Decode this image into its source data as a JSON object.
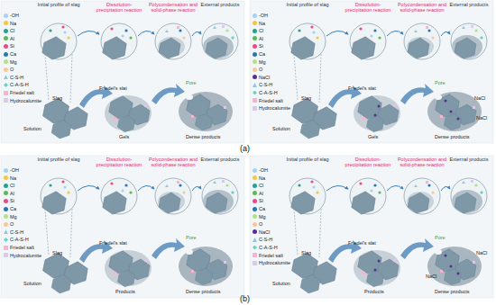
{
  "diagram": {
    "labels": [
      "Initial profile of slag",
      "Dissolution-precipitation reaction",
      "Polycondensation and solid-phase reaction",
      "External products",
      "Slag",
      "Solution",
      "Friedel's slat",
      "Gels",
      "Pore",
      "Dense products",
      "Initial profile of slag",
      "Dissolution-precipitation reaction",
      "Polycondensation and solid-phase reaction",
      "External products",
      "Slag",
      "Solution",
      "Friedel's slat",
      "Gels",
      "Pore",
      "NaCl",
      "NaCl",
      "Dense products",
      "(a)",
      "Initial profile of slag",
      "Dissolution-precipitation reaction",
      "Polycondensation and solid-phase reaction",
      "External products",
      "Slag",
      "Solution",
      "Friedel's slat",
      "Products",
      "Pore",
      "Dense products",
      "Initial profile of slag",
      "Dissolution-precipitation reaction",
      "Polycondensation and solid-phase reaction",
      "External products",
      "Slag",
      "Solution",
      "Friedel's slat",
      "Pore",
      "NaCl",
      "NaCl",
      "Products",
      "Dense products",
      "(b)"
    ],
    "legend": [
      {
        "text": "-OH",
        "color": "#a9d0f0"
      },
      {
        "text": "Na",
        "color": "#f2c744"
      },
      {
        "text": "Cl",
        "color": "#2e9e8f"
      },
      {
        "text": "Al",
        "color": "#5cb85c"
      },
      {
        "text": "Si",
        "color": "#e94b8a"
      },
      {
        "text": "Ca",
        "color": "#2e75b6"
      },
      {
        "text": "Mg",
        "color": "#b5e08a"
      },
      {
        "text": "O",
        "color": "#f6c897"
      },
      {
        "text": "C-S-H",
        "color": "#8ec5e8"
      },
      {
        "text": "C-A-S-H",
        "color": "#6fd0c0"
      },
      {
        "text": "Friedel salt",
        "color": "#f4b6cf"
      },
      {
        "text": "Hydrocalumite",
        "color": "#d8cbe6"
      },
      {
        "text": "-OH",
        "color": "#a9d0f0"
      },
      {
        "text": "Na",
        "color": "#f2c744"
      },
      {
        "text": "Cl",
        "color": "#2e9e8f"
      },
      {
        "text": "Al",
        "color": "#5cb85c"
      },
      {
        "text": "Si",
        "color": "#e94b8a"
      },
      {
        "text": "Ca",
        "color": "#2e75b6"
      },
      {
        "text": "Mg",
        "color": "#b5e08a"
      },
      {
        "text": "O",
        "color": "#f6c897"
      },
      {
        "text": "NaCl",
        "color": "#5b2c8f"
      },
      {
        "text": "C-S-H",
        "color": "#8ec5e8"
      },
      {
        "text": "C-A-S-H",
        "color": "#6fd0c0"
      },
      {
        "text": "Friedel salt",
        "color": "#f4b6cf"
      },
      {
        "text": "Hydrocalumite",
        "color": "#d8cbe6"
      },
      {
        "text": "-OH",
        "color": "#a9d0f0"
      },
      {
        "text": "Na",
        "color": "#f2c744"
      },
      {
        "text": "Cl",
        "color": "#2e9e8f"
      },
      {
        "text": "Al",
        "color": "#5cb85c"
      },
      {
        "text": "Si",
        "color": "#e94b8a"
      },
      {
        "text": "Ca",
        "color": "#2e75b6"
      },
      {
        "text": "Mg",
        "color": "#b5e08a"
      },
      {
        "text": "O",
        "color": "#f6c897"
      },
      {
        "text": "C-S-H",
        "color": "#8ec5e8"
      },
      {
        "text": "C-A-S-H",
        "color": "#6fd0c0"
      },
      {
        "text": "Friedel salt",
        "color": "#f4b6cf"
      },
      {
        "text": "Hydrocalumite",
        "color": "#d8cbe6"
      },
      {
        "text": "-OH",
        "color": "#a9d0f0"
      },
      {
        "text": "Na",
        "color": "#f2c744"
      },
      {
        "text": "Cl",
        "color": "#2e9e8f"
      },
      {
        "text": "Al",
        "color": "#5cb85c"
      },
      {
        "text": "Si",
        "color": "#e94b8a"
      },
      {
        "text": "Ca",
        "color": "#2e75b6"
      },
      {
        "text": "Mg",
        "color": "#b5e08a"
      },
      {
        "text": "O",
        "color": "#f6c897"
      },
      {
        "text": "NaCl",
        "color": "#5b2c8f"
      },
      {
        "text": "C-S-H",
        "color": "#8ec5e8"
      },
      {
        "text": "C-A-S-H",
        "color": "#6fd0c0"
      },
      {
        "text": "Friedel salt",
        "color": "#f4b6cf"
      },
      {
        "text": "Hydrocalumite",
        "color": "#d8cbe6"
      }
    ]
  }
}
